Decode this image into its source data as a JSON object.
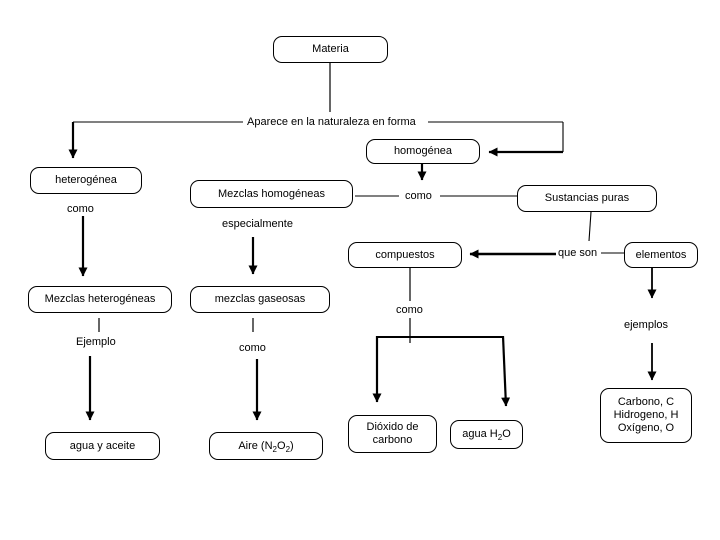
{
  "diagram": {
    "title_node": "Materia",
    "colors": {
      "background": "#ffffff",
      "line": "#000000",
      "node_fill": "#ffffff",
      "node_border": "#000000",
      "text": "#000000"
    },
    "nodes": {
      "materia": "Materia",
      "heterogenea": "heterogénea",
      "homogenea": "homogénea",
      "mezclas_homogeneas": "Mezclas homogéneas",
      "sustancias_puras": "Sustancias puras",
      "compuestos": "compuestos",
      "elementos": "elementos",
      "mezclas_heterogeneas": "Mezclas heterogéneas",
      "mezclas_gaseosas": "mezclas gaseosas",
      "agua_y_aceite": "agua y aceite",
      "aire": {
        "p1": "Aire (N",
        "s1": "2",
        "p2": "O",
        "s2": "2",
        "p3": ")"
      },
      "dioxido_de_carbono": "Dióxido de carbono",
      "agua_h2o": {
        "p1": "agua H",
        "s1": "2",
        "p2": "O"
      },
      "ejemplos_de_elementos": {
        "lines": [
          "Carbono, C",
          "Hidrogeno, H",
          "Oxígeno, O"
        ]
      }
    },
    "edge_labels": {
      "aparece": "Aparece en la naturaleza en forma",
      "como_heterogenea": "como",
      "como_homogenea": "como",
      "especialmente": "especialmente",
      "que_son": "que son",
      "como_compuestos": "como",
      "como_gaseosas": "como",
      "ejemplo": "Ejemplo",
      "ejemplos": "ejemplos"
    }
  }
}
